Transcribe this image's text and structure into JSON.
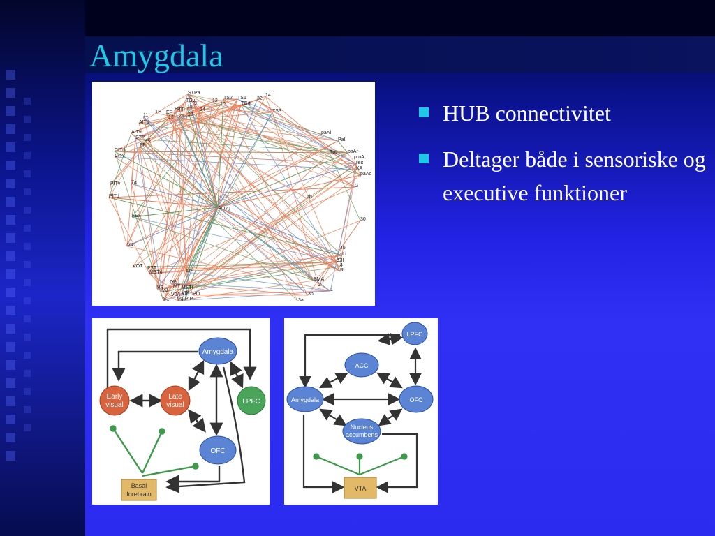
{
  "slide": {
    "title": "Amygdala",
    "colors": {
      "title": "#1ec8e6",
      "bullet": "#1ec8e6",
      "text": "#ffffff"
    }
  },
  "bullets": [
    {
      "text": "HUB connectivitet"
    },
    {
      "text": "Deltager både i sensoriske og executive funktioner"
    }
  ],
  "network": {
    "center_label": "Amyg",
    "area_labels": [
      "STPa",
      "TGv",
      "9",
      "12",
      "TS2",
      "TS1",
      "32",
      "14",
      "TGd",
      "10",
      "15",
      "24",
      "Hipp",
      "TH",
      "ER",
      "13",
      "25",
      "23",
      "11",
      "AITd",
      "AITv",
      "STP",
      "46",
      "FF",
      "TS3",
      "paAl",
      "PaI",
      "Tpt",
      "paAr",
      "proA",
      "reIt",
      "KA",
      "paAc",
      "G",
      "CITd",
      "CITv",
      "7a",
      "PITv",
      "PITd",
      "7b",
      "FEF",
      "30",
      "V4",
      "VOT",
      "FST",
      "MSTd",
      "LIP",
      "45",
      "Id",
      "SII",
      "Ri",
      "4",
      "SMA",
      "2",
      "VP",
      "DP",
      "MT",
      "V3",
      "MSTI",
      "V2A",
      "VIP",
      "PO",
      "V1",
      "V4t",
      "PIP",
      "3b",
      "1",
      "3a",
      "5"
    ]
  },
  "diagram_left": {
    "nodes": {
      "amygdala": "Amygdala",
      "early": "Early\nvisual",
      "late": "Late\nvisual",
      "lpfc": "LPFC",
      "ofc": "OFC",
      "basal": "Basal\nforebrain"
    }
  },
  "diagram_right": {
    "nodes": {
      "lpfc": "LPFC",
      "acc": "ACC",
      "amygdala": "Amygdala",
      "ofc": "OFC",
      "nucleus": "Nucleus\naccumbens",
      "vta": "VTA"
    }
  }
}
